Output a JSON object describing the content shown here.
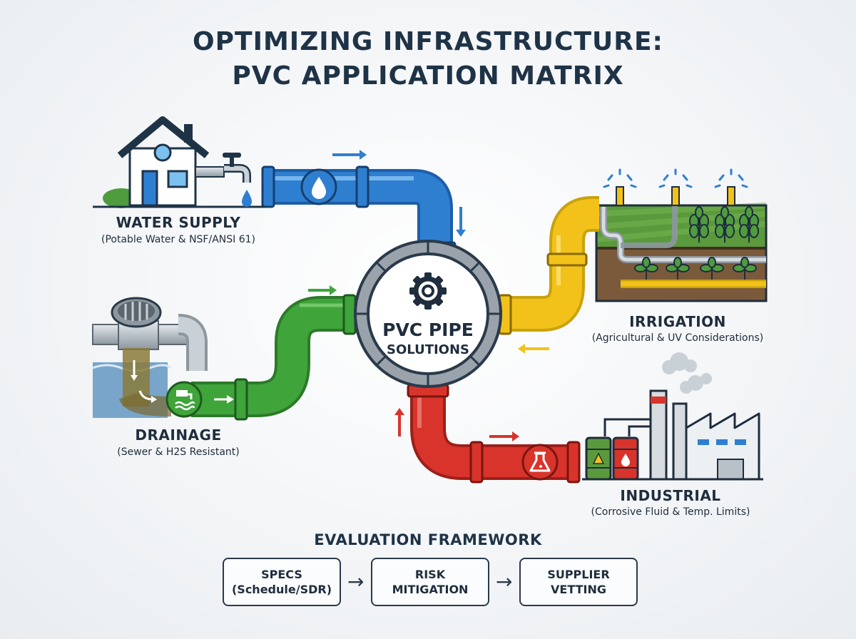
{
  "title": {
    "line1": "OPTIMIZING INFRASTRUCTURE:",
    "line2": "PVC APPLICATION MATRIX"
  },
  "hub": {
    "line1": "PVC PIPE",
    "line2": "SOLUTIONS"
  },
  "applications": {
    "water_supply": {
      "title": "WATER SUPPLY",
      "subtitle": "(Potable Water & NSF/ANSI 61)",
      "color": "#2f7fd1"
    },
    "drainage": {
      "title": "DRAINAGE",
      "subtitle": "(Sewer & H2S Resistant)",
      "color": "#3fa43a"
    },
    "irrigation": {
      "title": "IRRIGATION",
      "subtitle": "(Agricultural & UV Considerations)",
      "color": "#f2c21a"
    },
    "industrial": {
      "title": "INDUSTRIAL",
      "subtitle": "(Corrosive Fluid & Temp. Limits)",
      "color": "#d8342b"
    }
  },
  "framework": {
    "title": "EVALUATION FRAMEWORK",
    "steps": [
      {
        "line1": "SPECS",
        "line2": "(Schedule/SDR)"
      },
      {
        "line1": "RISK",
        "line2": "MITIGATION"
      },
      {
        "line1": "SUPPLIER",
        "line2": "VETTING"
      }
    ]
  },
  "icons": [
    "house-icon",
    "faucet-icon",
    "water-drop-icon",
    "gear-icon",
    "sprinkler-icon",
    "plant-icon",
    "storm-drain-icon",
    "outflow-icon",
    "flask-icon",
    "factory-icon",
    "barrel-icon"
  ]
}
